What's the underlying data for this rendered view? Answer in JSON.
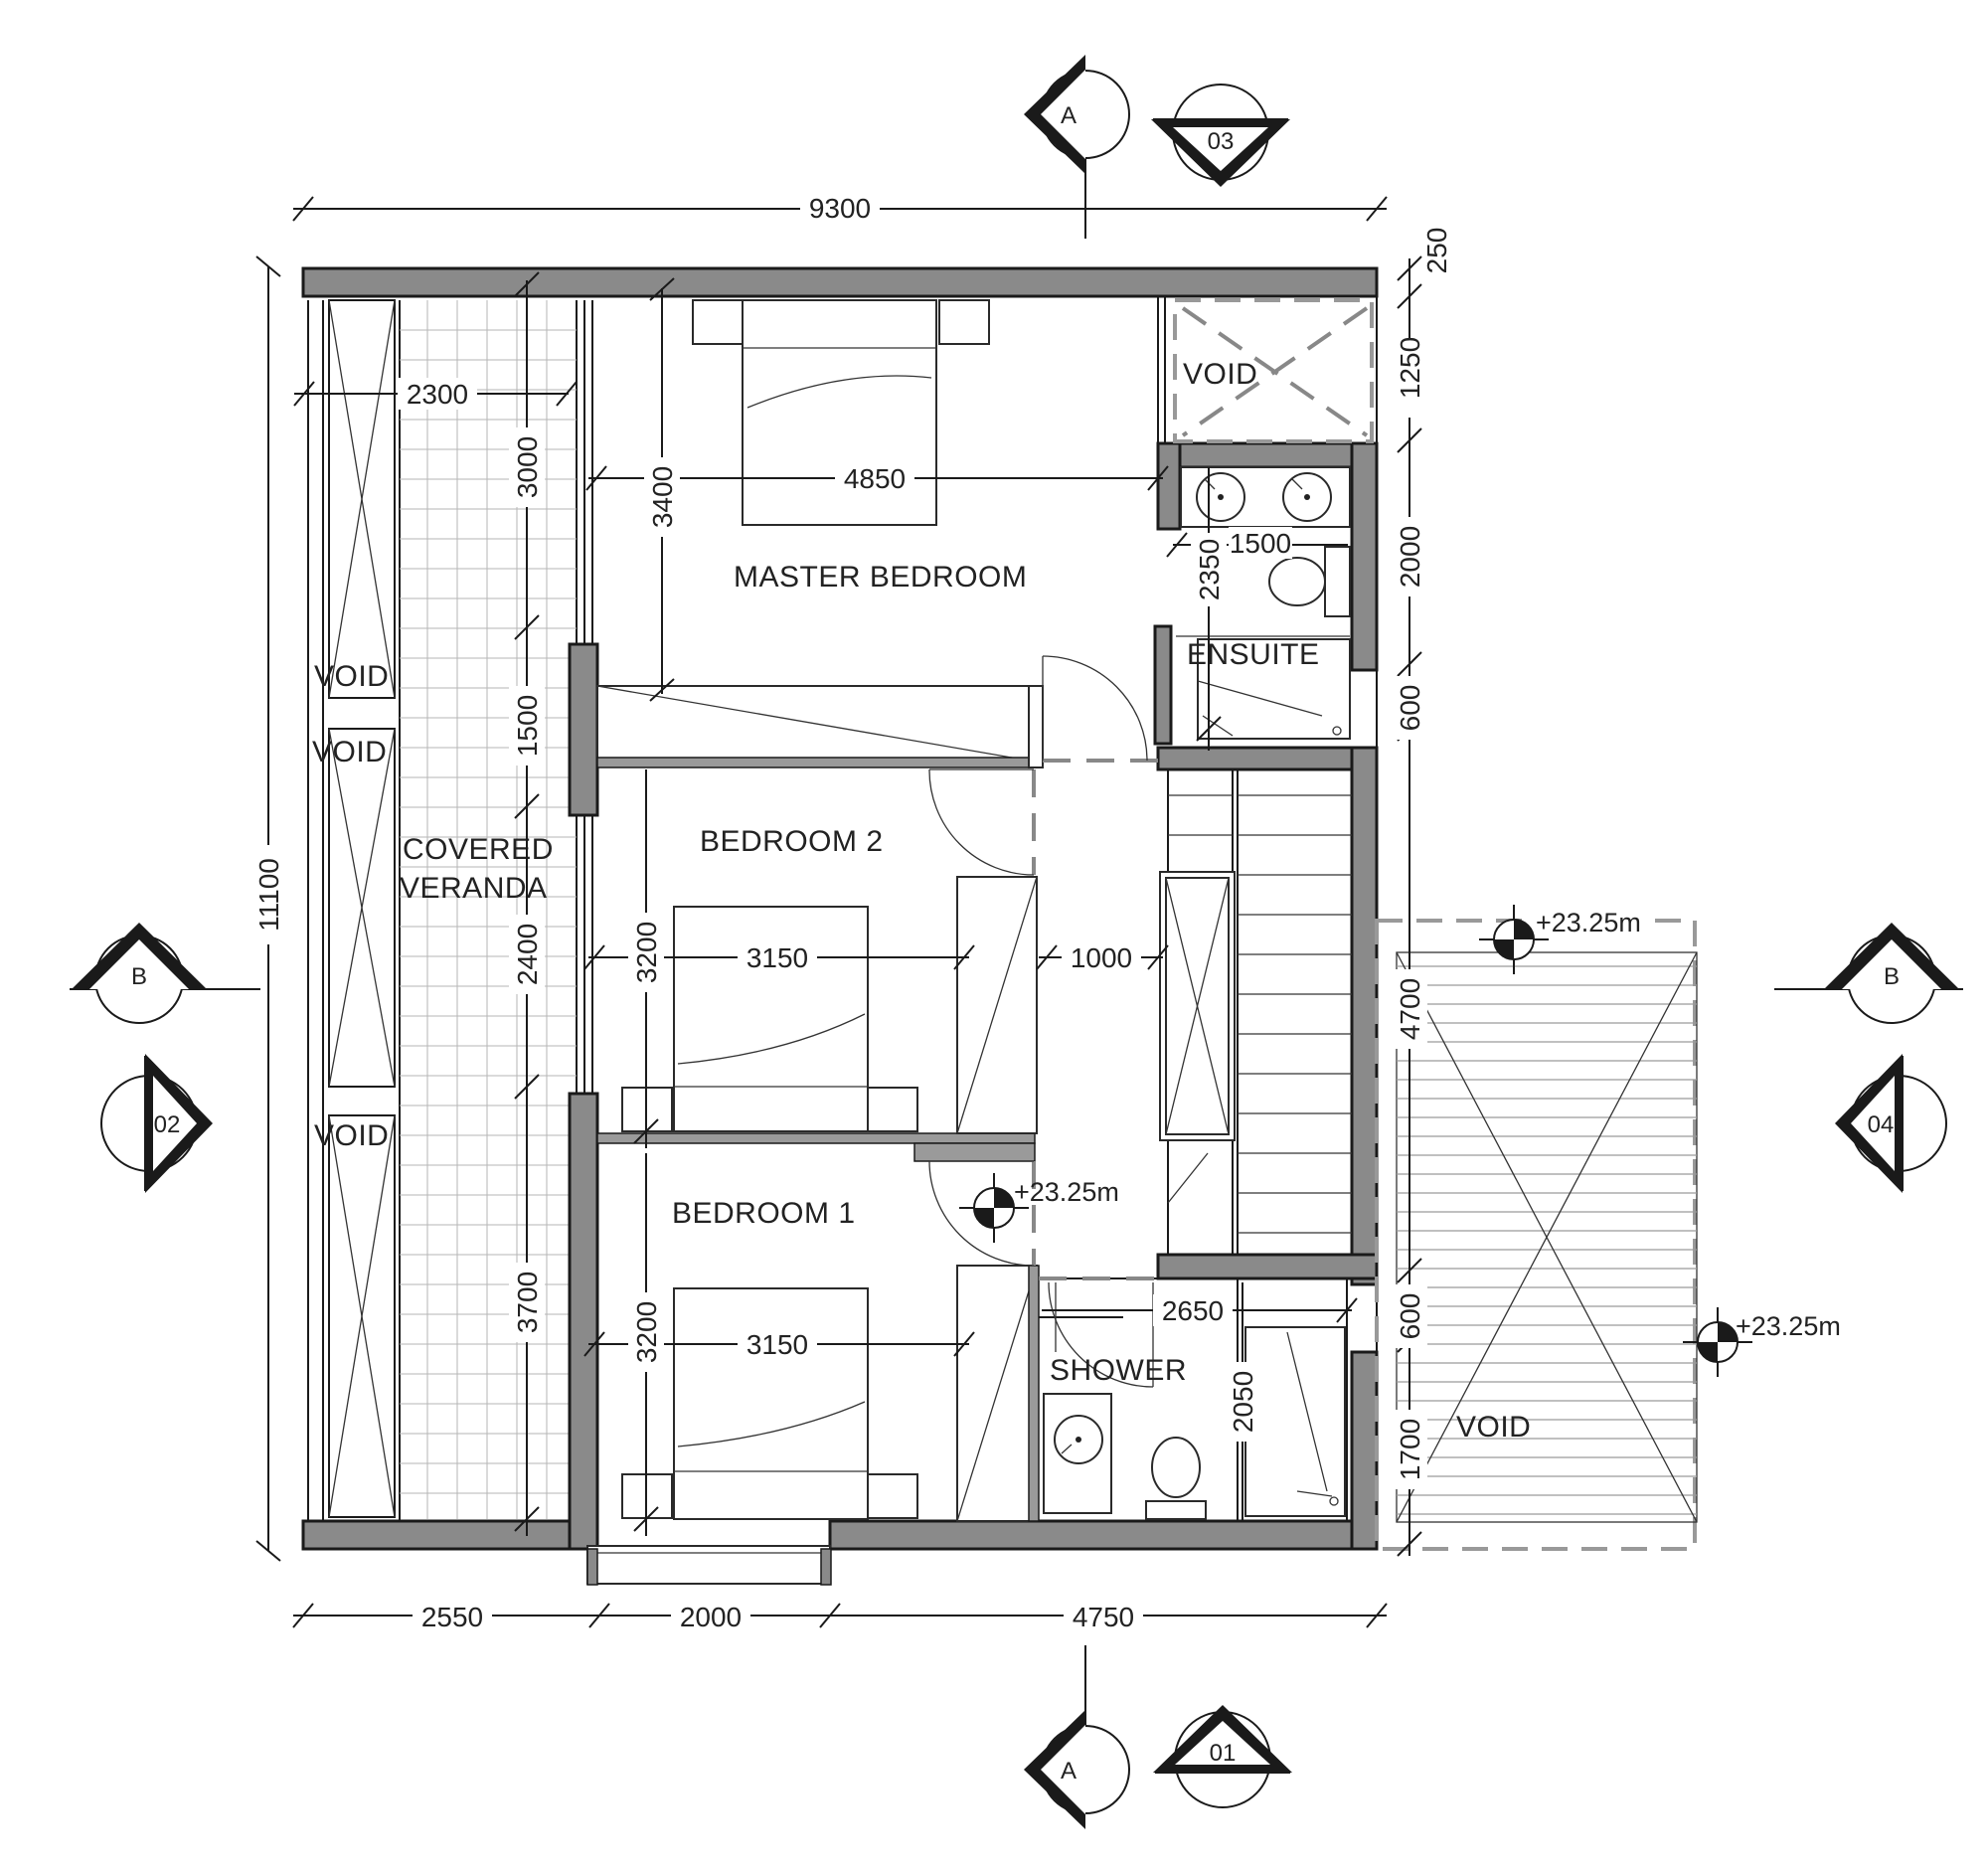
{
  "rooms": {
    "master_bedroom": "MASTER BEDROOM",
    "bedroom_2": "BEDROOM 2",
    "bedroom_1": "BEDROOM 1",
    "ensuite": "ENSUITE",
    "shower": "SHOWER",
    "covered_veranda_line1": "COVERED",
    "covered_veranda_line2": "VERANDA",
    "void": "VOID"
  },
  "dimensions": {
    "top_total": "9300",
    "left_total": "11100",
    "bottom": [
      "2550",
      "2000",
      "4750"
    ],
    "right": [
      "250",
      "1250",
      "2000",
      "600",
      "4700",
      "600",
      "1700"
    ],
    "veranda_width": "2300",
    "veranda_vertical": [
      "3000",
      "1500",
      "2400",
      "3700"
    ],
    "master_bedroom_width": "4850",
    "master_bedroom_depth": "3400",
    "ensuite_width": "1500",
    "ensuite_depth": "2350",
    "bedroom_2_width": "3150",
    "bedroom_2_depth": "3200",
    "corridor_width": "1000",
    "bedroom_1_width": "3150",
    "bedroom_1_depth": "3200",
    "shower_width": "2650",
    "shower_depth": "2050"
  },
  "levels": {
    "landing": "+23.25m",
    "void_top": "+23.25m",
    "void_right": "+23.25m"
  },
  "section_marks": {
    "a_top": "A",
    "a_bottom": "A",
    "b_left": "B",
    "b_right": "B"
  },
  "elevation_marks": {
    "top": "03",
    "bottom": "01",
    "left": "02",
    "right": "04"
  }
}
